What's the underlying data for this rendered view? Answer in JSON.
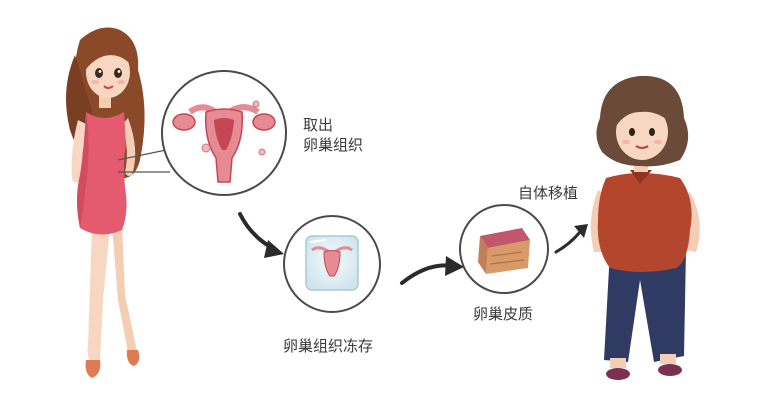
{
  "labels": {
    "extract_line1": "取出",
    "extract_line2": "卵巢组织",
    "cryo": "卵巢组织冻存",
    "transplant": "自体移植",
    "cortex": "卵巢皮质"
  },
  "colors": {
    "dress": "#e45a6e",
    "dress_shadow": "#c9465a",
    "skin": "#f7d7c1",
    "hair_young": "#8a4a2a",
    "hair_old": "#6b4a3a",
    "shirt": "#b3462c",
    "pants": "#2f3b62",
    "uterus": "#e68a93",
    "uterus_inner": "#c44755",
    "arrow": "#2b2b2b",
    "ice": "#d9ecf2",
    "tissue": "#d99a6a",
    "tissue_top": "#c2566a"
  }
}
